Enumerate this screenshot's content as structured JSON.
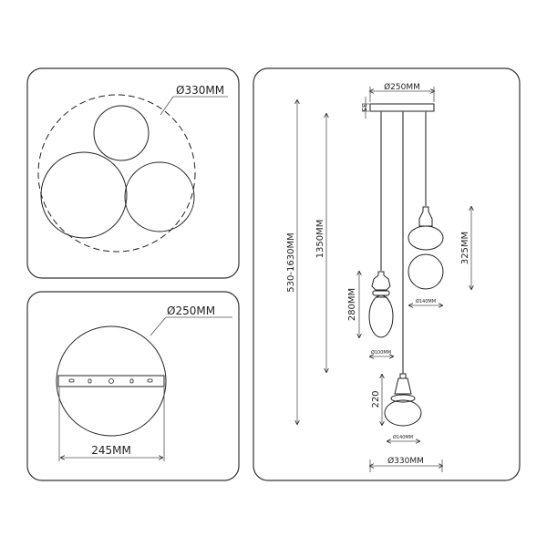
{
  "top_view": {
    "diameter_label": "Ø330MM"
  },
  "canopy_view": {
    "diameter_label": "Ø250MM",
    "width_label": "245MM"
  },
  "side_view": {
    "canopy_diameter": "Ø250MM",
    "canopy_height": "35",
    "total_height": "530-1630MM",
    "max_drop": "1350MM",
    "pendant_left_height": "280MM",
    "pendant_left_diameter": "Ø100MM",
    "pendant_right_height": "325MM",
    "pendant_right_diameter": "Ø140MM",
    "pendant_middle_height": "220",
    "pendant_middle_diameter": "Ø140MM",
    "overall_diameter": "Ø330MM"
  },
  "colors": {
    "line": "#222222",
    "panel_border": "#333333"
  }
}
